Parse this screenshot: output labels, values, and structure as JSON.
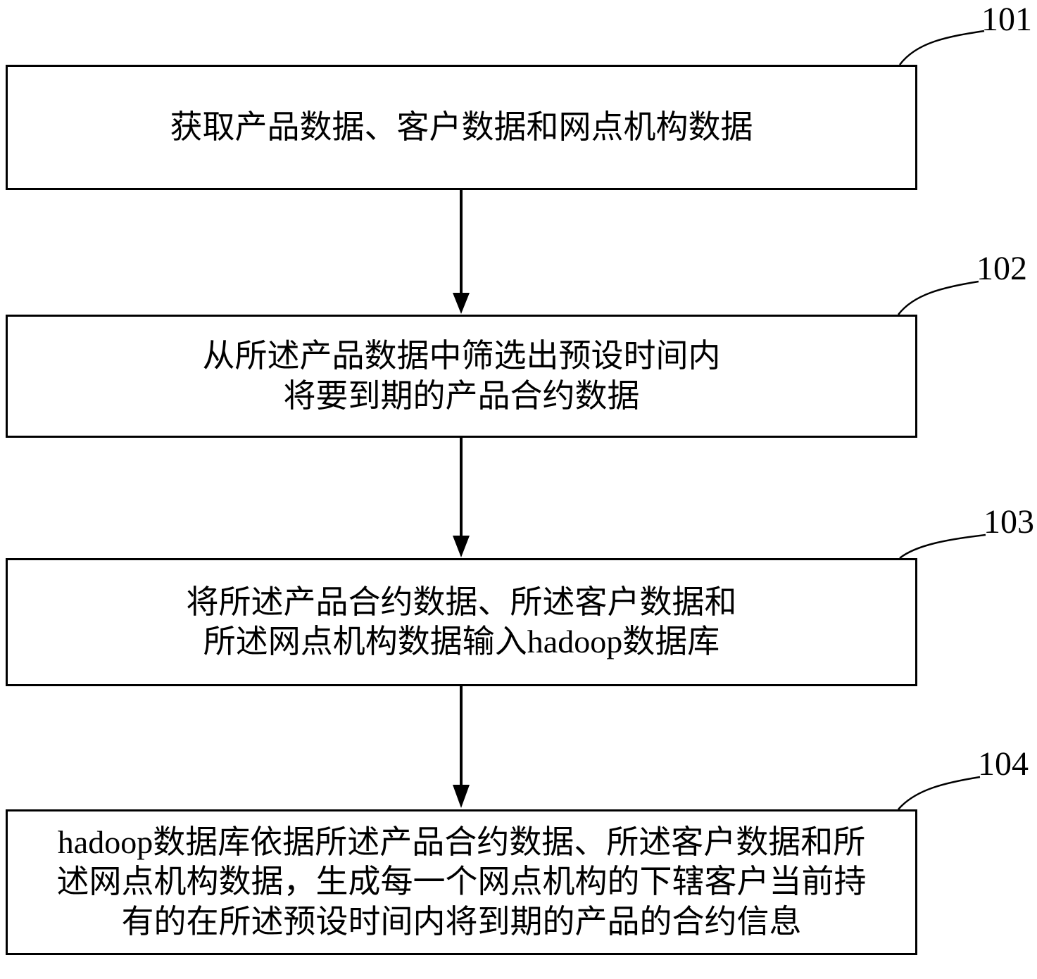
{
  "figure": {
    "steps": [
      {
        "ref": "101",
        "lines": [
          "获取产品数据、客户数据和网点机构数据"
        ]
      },
      {
        "ref": "102",
        "lines": [
          "从所述产品数据中筛选出预设时间内",
          "将要到期的产品合约数据"
        ]
      },
      {
        "ref": "103",
        "lines": [
          "将所述产品合约数据、所述客户数据和",
          "所述网点机构数据输入hadoop数据库"
        ]
      },
      {
        "ref": "104",
        "lines": [
          "hadoop数据库依据所述产品合约数据、所述客户数据和所",
          "述网点机构数据，生成每一个网点机构的下辖客户当前持",
          "有的在所述预设时间内将到期的产品的合约信息"
        ]
      }
    ]
  }
}
